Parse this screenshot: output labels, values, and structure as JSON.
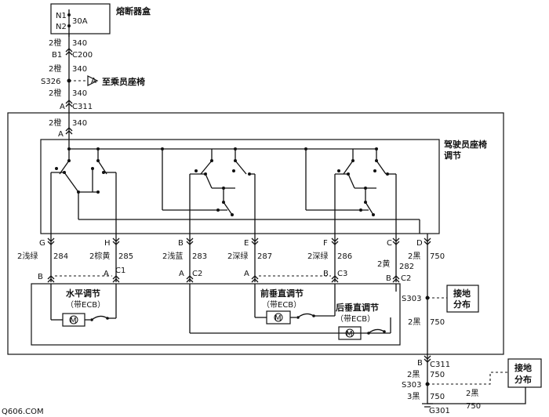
{
  "fuse": {
    "title": "熔断器盒",
    "n1": "N1",
    "n2": "N2",
    "rating": "30A"
  },
  "top_wire": [
    {
      "gauge": "2橙",
      "circuit": "340"
    },
    {
      "gauge": "2橙",
      "circuit": "340"
    },
    {
      "gauge": "2橙",
      "circuit": "340"
    },
    {
      "gauge": "2橙",
      "circuit": "340"
    }
  ],
  "connectors": {
    "b1": "B1",
    "c200": "C200",
    "s326": "S326",
    "s326_dest": "至乘员座椅",
    "a_c311": "A",
    "c311": "C311",
    "a_in": "A"
  },
  "module": {
    "title": "驾驶员座椅",
    "title2": "调节"
  },
  "pins": [
    {
      "pin": "G",
      "color": "2浅绿",
      "circuit": "284"
    },
    {
      "pin": "H",
      "color": "2棕黄",
      "circuit": "285"
    },
    {
      "pin": "B",
      "color": "2浅蓝",
      "circuit": "283"
    },
    {
      "pin": "E",
      "color": "2深绿",
      "circuit": "287"
    },
    {
      "pin": "F",
      "color": "2深绿",
      "circuit": "286"
    },
    {
      "pin": "C",
      "color": "2黄",
      "circuit": "282"
    },
    {
      "pin": "D",
      "color": "2黑",
      "circuit": "750"
    }
  ],
  "motor_conn": {
    "c1_b": "B",
    "c1_a": "A",
    "c1": "C1",
    "c2_a": "A",
    "c2": "C2",
    "c3_a": "A",
    "c3_b": "B",
    "c3": "C3",
    "c2b_b": "B",
    "c2b": "C2"
  },
  "motors": [
    {
      "line1": "水平调节",
      "line2": "（带ECB）"
    },
    {
      "line1": "前垂直调节",
      "line2": "（带ECB）"
    },
    {
      "line1": "后垂直调节",
      "line2": "（带ECB）"
    }
  ],
  "ground": {
    "s303": "S303",
    "ground_label1": "接地",
    "ground_label2": "分布",
    "wire_color": "2黑",
    "wire_circuit": "750",
    "b_pin": "B",
    "c311": "C311",
    "w2_color": "2黑",
    "w2_circuit": "750",
    "s303b": "S303",
    "w3_color": "3黑",
    "w3_circuit": "750",
    "w4_color": "2黑",
    "w4_circuit": "750",
    "g301": "G301",
    "g2_label1": "接地",
    "g2_label2": "分布"
  },
  "watermark": "Q606.COM"
}
